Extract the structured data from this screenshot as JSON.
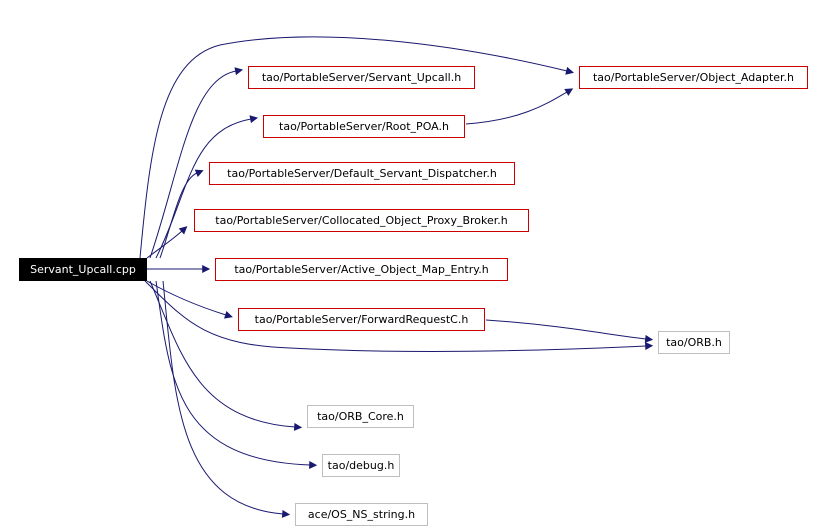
{
  "diagram": {
    "nodes": [
      {
        "id": "root",
        "label": "Servant_Upcall.cpp",
        "style": "root"
      },
      {
        "id": "servant_upcall_h",
        "label": "tao/PortableServer/Servant_Upcall.h",
        "style": "red"
      },
      {
        "id": "object_adapter_h",
        "label": "tao/PortableServer/Object_Adapter.h",
        "style": "red"
      },
      {
        "id": "root_poa_h",
        "label": "tao/PortableServer/Root_POA.h",
        "style": "red"
      },
      {
        "id": "default_servant_dispatcher_h",
        "label": "tao/PortableServer/Default_Servant_Dispatcher.h",
        "style": "red"
      },
      {
        "id": "collocated_object_proxy_broker_h",
        "label": "tao/PortableServer/Collocated_Object_Proxy_Broker.h",
        "style": "red"
      },
      {
        "id": "active_object_map_entry_h",
        "label": "tao/PortableServer/Active_Object_Map_Entry.h",
        "style": "red"
      },
      {
        "id": "forwardrequestc_h",
        "label": "tao/PortableServer/ForwardRequestC.h",
        "style": "red"
      },
      {
        "id": "orb_h",
        "label": "tao/ORB.h",
        "style": "gray"
      },
      {
        "id": "orb_core_h",
        "label": "tao/ORB_Core.h",
        "style": "gray"
      },
      {
        "id": "debug_h",
        "label": "tao/debug.h",
        "style": "gray"
      },
      {
        "id": "os_ns_string_h",
        "label": "ace/OS_NS_string.h",
        "style": "gray"
      }
    ],
    "edges": [
      {
        "from": "root",
        "to": "servant_upcall_h"
      },
      {
        "from": "root",
        "to": "object_adapter_h"
      },
      {
        "from": "root_poa_h",
        "to": "object_adapter_h"
      },
      {
        "from": "root",
        "to": "root_poa_h"
      },
      {
        "from": "root",
        "to": "default_servant_dispatcher_h"
      },
      {
        "from": "root",
        "to": "collocated_object_proxy_broker_h"
      },
      {
        "from": "root",
        "to": "active_object_map_entry_h"
      },
      {
        "from": "root",
        "to": "forwardrequestc_h"
      },
      {
        "from": "forwardrequestc_h",
        "to": "orb_h"
      },
      {
        "from": "root",
        "to": "orb_h"
      },
      {
        "from": "root",
        "to": "orb_core_h"
      },
      {
        "from": "root",
        "to": "debug_h"
      },
      {
        "from": "root",
        "to": "os_ns_string_h"
      }
    ],
    "colors": {
      "edge": "#191970",
      "red_border": "#cc0000",
      "gray_border": "#bfbfbf"
    }
  }
}
